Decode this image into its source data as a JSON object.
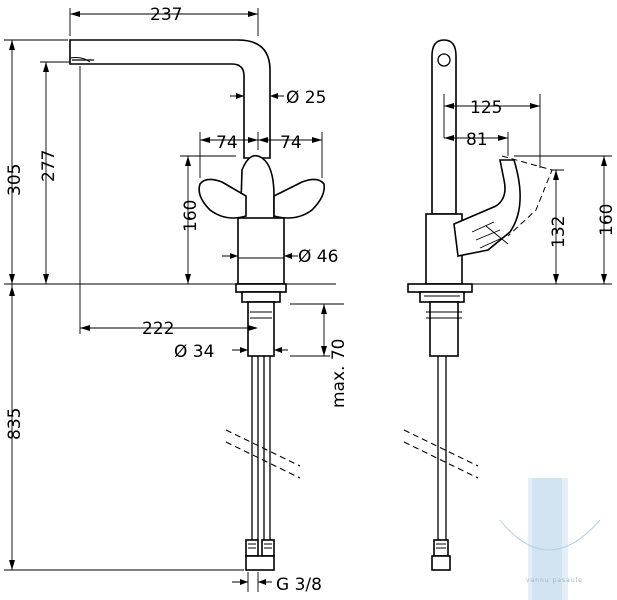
{
  "dimensions": {
    "spout_reach": "237",
    "spout_diameter": "Ø 25",
    "handle_left": "74",
    "handle_right": "74",
    "handle_height": "160",
    "body_diameter": "Ø 46",
    "total_height": "305",
    "outlet_height": "277",
    "spout_projection": "222",
    "shank_diameter": "Ø 34",
    "max_deck": "max. 70",
    "hose_length": "835",
    "connection": "G 3/8",
    "side_reach_125": "125",
    "side_reach_81": "81",
    "side_height_132": "132",
    "side_height_160": "160"
  },
  "watermark": {
    "text": "vannu pasaule",
    "color": "#c9dcec"
  }
}
